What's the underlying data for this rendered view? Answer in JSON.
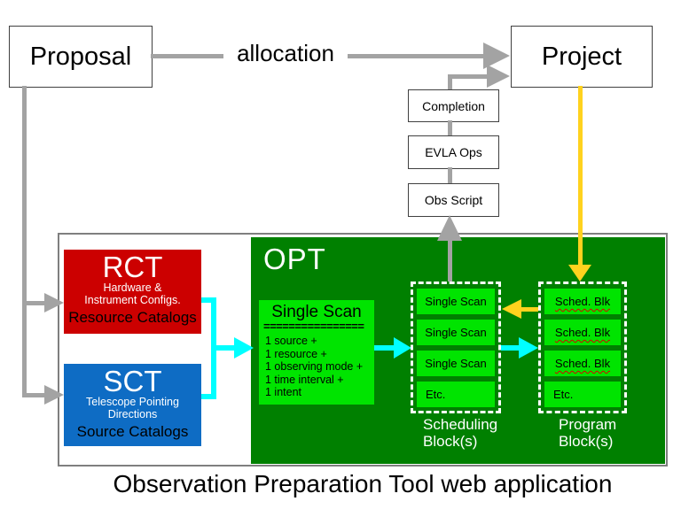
{
  "colors": {
    "gray_arrow": "#a3a3a3",
    "yellow_arrow": "#ffd21e",
    "cyan_arrow": "#00ffff",
    "opt_green": "#008000",
    "item_green": "#00e400",
    "rct_red": "#cc0000",
    "sct_blue": "#0e6cc4"
  },
  "nodes": {
    "proposal": {
      "label": "Proposal"
    },
    "project": {
      "label": "Project"
    },
    "allocation": {
      "label": "allocation"
    },
    "completion": {
      "label": "Completion"
    },
    "evla_ops": {
      "label": "EVLA Ops"
    },
    "obs_script": {
      "label": "Obs Script"
    },
    "opt": {
      "title": "OPT"
    },
    "rct": {
      "title": "RCT",
      "subtitle": "Hardware &\nInstrument Configs.",
      "footer": "Resource Catalogs"
    },
    "sct": {
      "title": "SCT",
      "subtitle": "Telescope Pointing\nDirections",
      "footer": "Source Catalogs"
    },
    "single_scan": {
      "title": "Single Scan",
      "divider": "================",
      "items": [
        "1 source +",
        "1 resource +",
        "1 observing mode +",
        "1 time interval +",
        "1 intent"
      ]
    },
    "scheduling_block": {
      "label": "Scheduling Block(s)",
      "items": [
        "Single Scan",
        "Single Scan",
        "Single Scan",
        "Etc."
      ]
    },
    "program_block": {
      "label": "Program Block(s)",
      "items": [
        "Sched. Blk",
        "Sched. Blk",
        "Sched. Blk",
        "Etc."
      ]
    }
  },
  "caption": "Observation Preparation Tool web application"
}
